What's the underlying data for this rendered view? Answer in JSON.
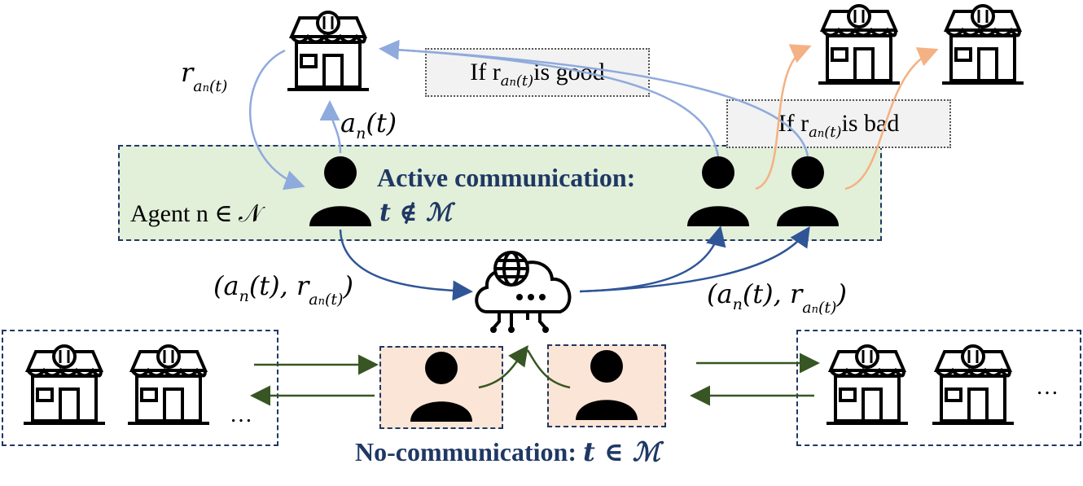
{
  "diagram": {
    "active_title": "Active communication:",
    "active_condition": "t ∉ ℳ",
    "nocomm_title": "No-communication: ",
    "nocomm_condition": "t ∈ ℳ",
    "agent_label": "Agent n ∈ 𝒩",
    "good_label_prefix": "If r",
    "good_label_suffix": " is good",
    "bad_label_prefix": "If r",
    "bad_label_suffix": " is bad",
    "reward_symbol": "r",
    "action_symbol": "a",
    "sub_a": "a",
    "sub_n": "n",
    "sub_t": "(t)",
    "action_text": "a",
    "action_arg": "(t)",
    "pair_left": "(a",
    "pair_mid": "(t), r",
    "pair_right": ")",
    "ellipsis_left": "…",
    "ellipsis_right": "…"
  },
  "colors": {
    "active_bg": "#e2efd9",
    "nocomm_bg": "#fbe5d6",
    "dark_blue": "#1f3864",
    "arrow_blue": "#2f5597",
    "light_blue": "#8faadc",
    "orange": "#f4b183",
    "green": "#375623"
  },
  "icons": [
    "restaurant-icon",
    "person-icon",
    "cloud-network-icon"
  ]
}
